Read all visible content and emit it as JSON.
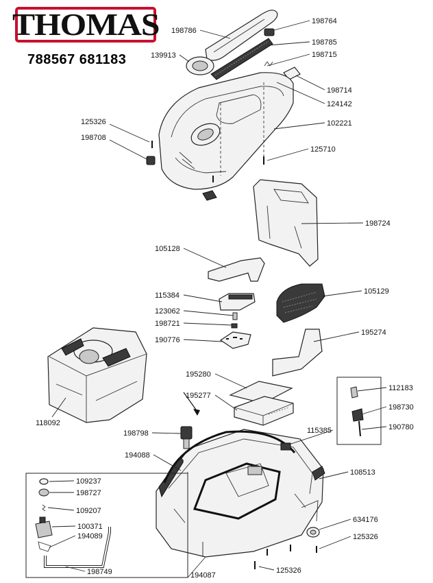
{
  "brand": {
    "name": "THOMAS",
    "color": "#c8102e"
  },
  "model": "788567 681183",
  "labels": [
    {
      "id": "198786",
      "text": "198786"
    },
    {
      "id": "198764",
      "text": "198764"
    },
    {
      "id": "198785",
      "text": "198785"
    },
    {
      "id": "139913",
      "text": "139913"
    },
    {
      "id": "198715",
      "text": "198715"
    },
    {
      "id": "198714",
      "text": "198714"
    },
    {
      "id": "124142",
      "text": "124142"
    },
    {
      "id": "125326a",
      "text": "125326"
    },
    {
      "id": "102221",
      "text": "102221"
    },
    {
      "id": "198708",
      "text": "198708"
    },
    {
      "id": "125710",
      "text": "125710"
    },
    {
      "id": "198724",
      "text": "198724"
    },
    {
      "id": "105128",
      "text": "105128"
    },
    {
      "id": "115384",
      "text": "115384"
    },
    {
      "id": "105129",
      "text": "105129"
    },
    {
      "id": "123062",
      "text": "123062"
    },
    {
      "id": "198721",
      "text": "198721"
    },
    {
      "id": "190776",
      "text": "190776"
    },
    {
      "id": "195274",
      "text": "195274"
    },
    {
      "id": "195280",
      "text": "195280"
    },
    {
      "id": "195277",
      "text": "195277"
    },
    {
      "id": "112183",
      "text": "112183"
    },
    {
      "id": "198730",
      "text": "198730"
    },
    {
      "id": "190780",
      "text": "190780"
    },
    {
      "id": "118092",
      "text": "118092"
    },
    {
      "id": "115385",
      "text": "115385"
    },
    {
      "id": "198798",
      "text": "198798"
    },
    {
      "id": "194088",
      "text": "194088"
    },
    {
      "id": "108513",
      "text": "108513"
    },
    {
      "id": "109237",
      "text": "109237"
    },
    {
      "id": "198727",
      "text": "198727"
    },
    {
      "id": "109207",
      "text": "109207"
    },
    {
      "id": "100371",
      "text": "100371"
    },
    {
      "id": "194089",
      "text": "194089"
    },
    {
      "id": "634176",
      "text": "634176"
    },
    {
      "id": "125326b",
      "text": "125326"
    },
    {
      "id": "198749",
      "text": "198749"
    },
    {
      "id": "194087",
      "text": "194087"
    },
    {
      "id": "125326c",
      "text": "125326"
    }
  ]
}
